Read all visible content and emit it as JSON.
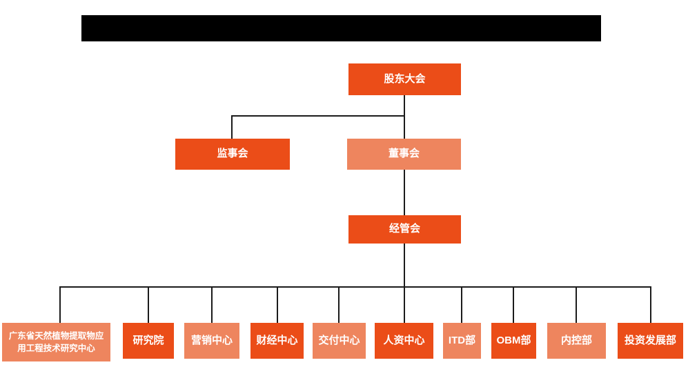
{
  "colors": {
    "node_primary": "#eb4d18",
    "node_secondary": "#ee855e",
    "connector": "#1a1a1a",
    "node_text": "#ffffff",
    "redacted_bar": "#000000",
    "background": "#ffffff"
  },
  "header": {
    "redacted_title_bar": ""
  },
  "org_chart": {
    "root": {
      "label": "股东大会",
      "variant": "primary"
    },
    "level2": [
      {
        "label": "监事会",
        "variant": "primary"
      },
      {
        "label": "董事会",
        "variant": "secondary"
      }
    ],
    "level3": {
      "label": "经管会",
      "variant": "primary"
    },
    "departments": [
      {
        "label": "广东省天然植物提取物应用工程技术研究中心",
        "variant": "secondary"
      },
      {
        "label": "研究院",
        "variant": "primary"
      },
      {
        "label": "营销中心",
        "variant": "secondary"
      },
      {
        "label": "财经中心",
        "variant": "primary"
      },
      {
        "label": "交付中心",
        "variant": "secondary"
      },
      {
        "label": "人资中心",
        "variant": "primary"
      },
      {
        "label": "ITD部",
        "variant": "secondary"
      },
      {
        "label": "OBM部",
        "variant": "primary"
      },
      {
        "label": "内控部",
        "variant": "secondary"
      },
      {
        "label": "投资发展部",
        "variant": "primary"
      }
    ]
  }
}
